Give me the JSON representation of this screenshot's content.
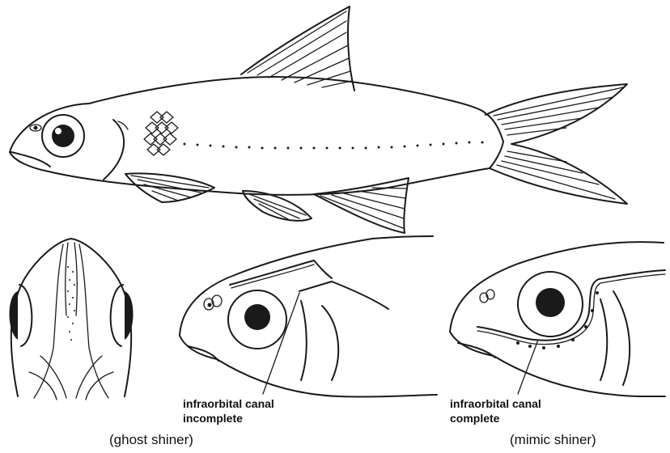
{
  "labels": {
    "left_callout": [
      "infraorbital canal",
      "incomplete"
    ],
    "right_callout": [
      "infraorbital canal",
      "complete"
    ],
    "left_caption": "(ghost shiner)",
    "right_caption": "(mimic shiner)"
  },
  "colors": {
    "ink": "#1a1a1a",
    "background": "#ffffff"
  }
}
